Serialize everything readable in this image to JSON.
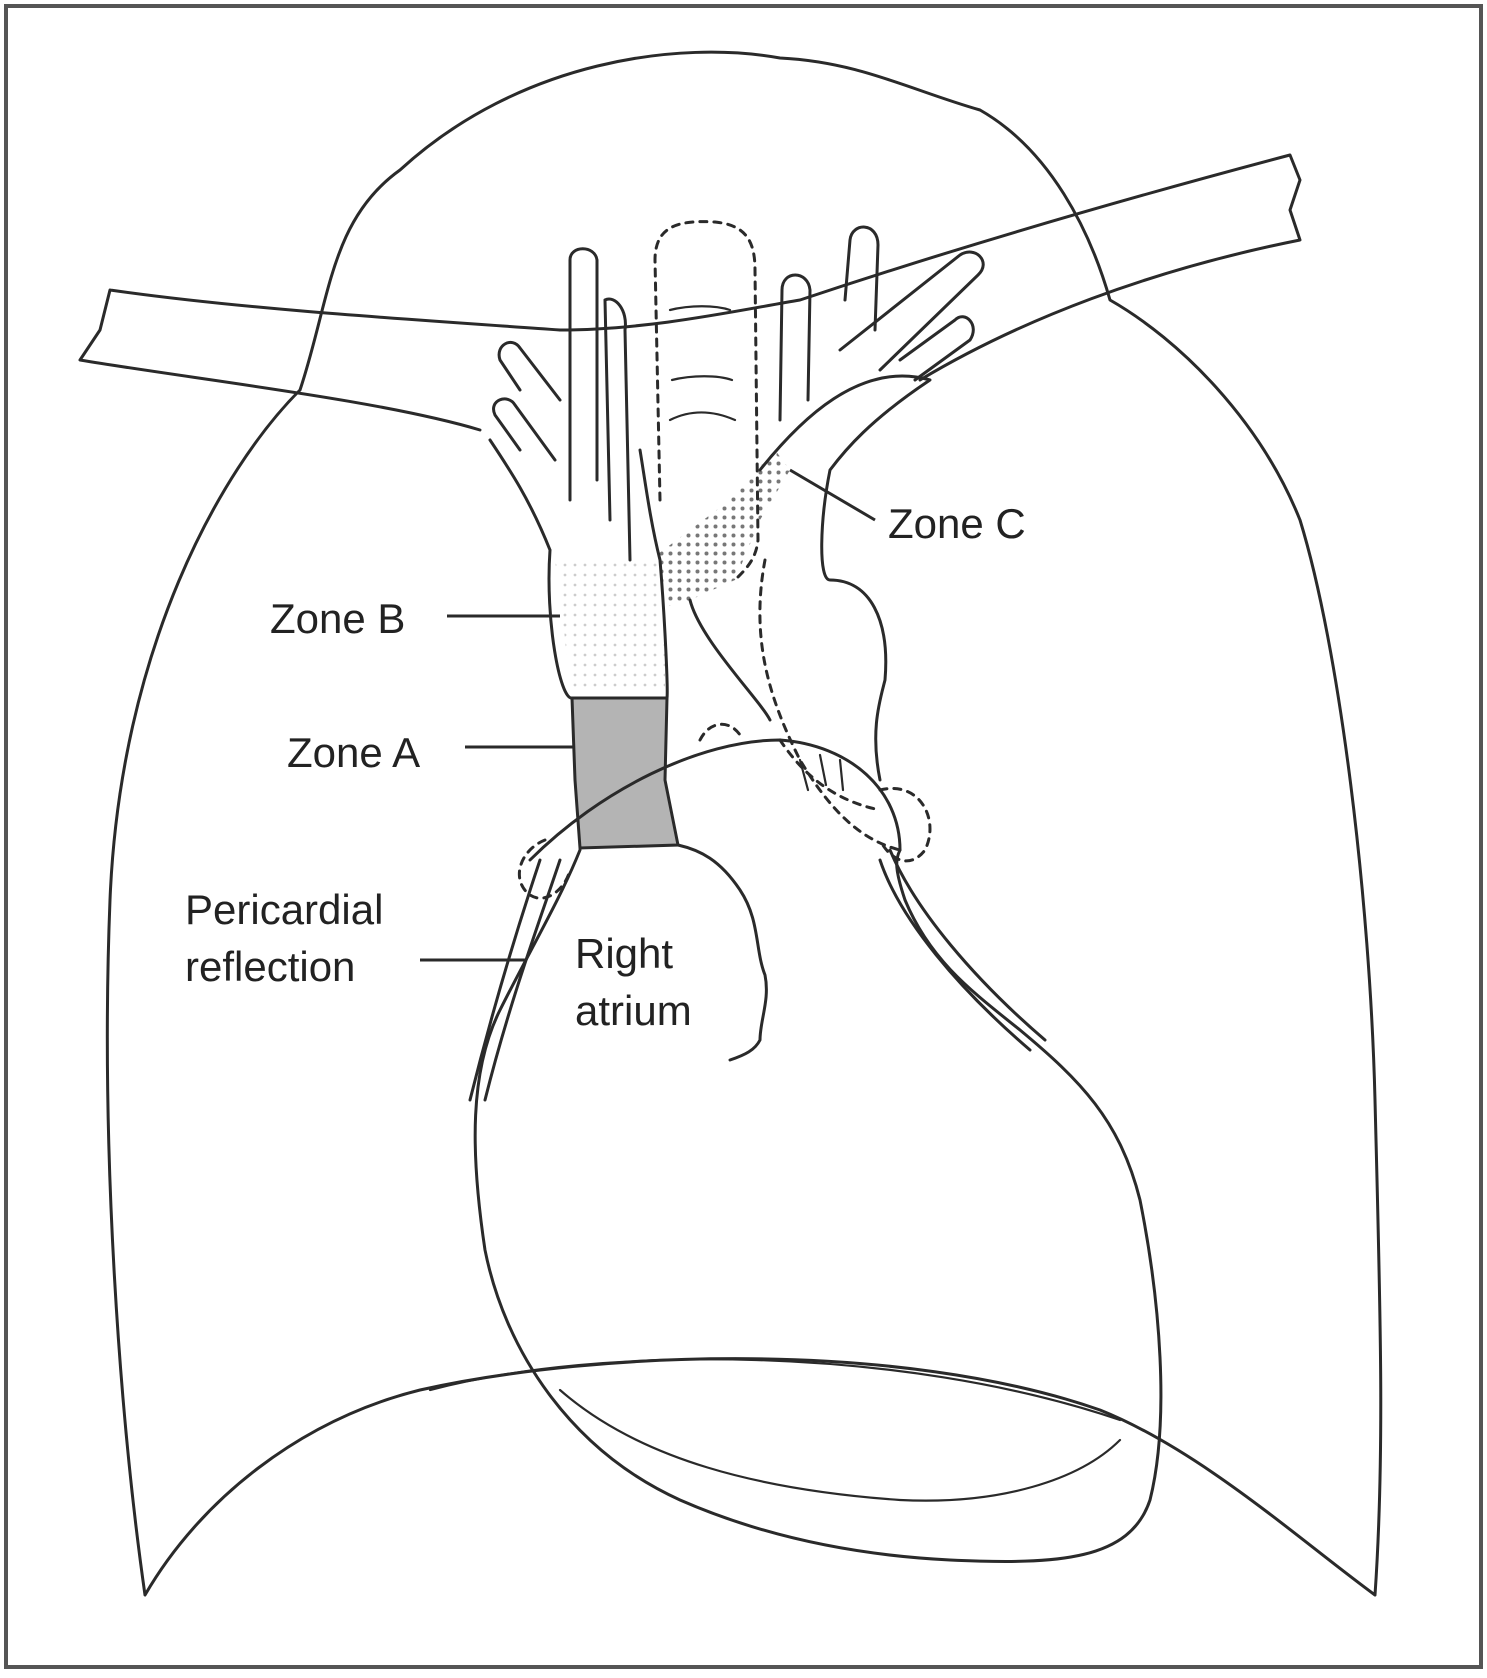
{
  "labels": {
    "zone_c": "Zone C",
    "zone_b": "Zone B",
    "zone_a": "Zone A",
    "pericardial_line1": "Pericardial",
    "pericardial_line2": "reflection",
    "right_atrium_line1": "Right",
    "right_atrium_line2": "atrium"
  },
  "colors": {
    "line": "#2a2a2a",
    "zone_a_fill": "#b4b4b4",
    "text": "#222222",
    "frame": "#555555"
  }
}
